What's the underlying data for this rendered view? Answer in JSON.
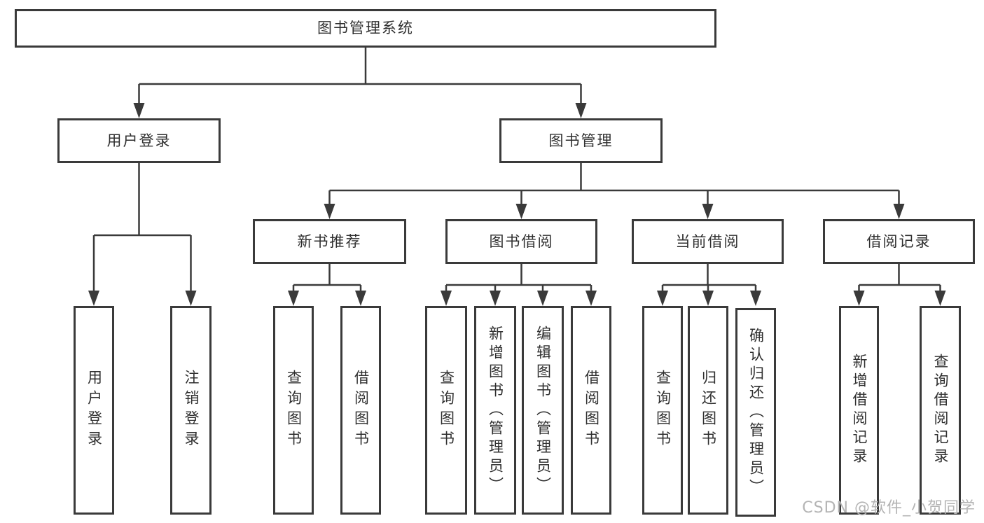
{
  "diagram": {
    "root_label": "图书管理系统",
    "level2": [
      {
        "label": "用户登录"
      },
      {
        "label": "图书管理"
      }
    ],
    "level3": [
      {
        "label": "新书推荐"
      },
      {
        "label": "图书借阅"
      },
      {
        "label": "当前借阅"
      },
      {
        "label": "借阅记录"
      }
    ],
    "leaves": {
      "user_login": [
        "用户登录",
        "注销登录"
      ],
      "new_book": [
        "查询图书",
        "借阅图书"
      ],
      "book_borrow": [
        "查询图书",
        "新增图书（管理员）",
        "编辑图书（管理员）",
        "借阅图书"
      ],
      "current_borrow": [
        "查询图书",
        "归还图书",
        "确认归还（管理员）"
      ],
      "borrow_records": [
        "新增借阅记录",
        "查询借阅记录"
      ]
    }
  },
  "watermark": "CSDN @软件_小贺同学",
  "colors": {
    "line": "#3a3a3a",
    "text": "#2f2f2f",
    "watermark": "#b4b4b4",
    "background": "#ffffff"
  }
}
